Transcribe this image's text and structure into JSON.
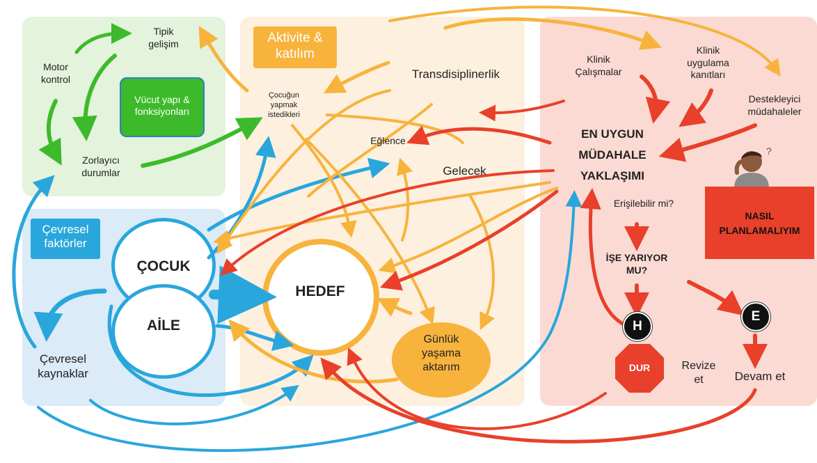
{
  "colors": {
    "green": "#3cba2b",
    "blue": "#29a6dc",
    "orange": "#f7b33c",
    "red": "#e8402a",
    "panel_green": "#e4f3dc",
    "panel_blue": "#dbebf7",
    "panel_orange": "#fdf0df",
    "panel_red": "#fadad2"
  },
  "body_structure": {
    "typical_development": "Tipik\ngelişim",
    "motor_control": "Motor\nkontrol",
    "body_functions_box": "Vücut yapı &\nfonksiyonları",
    "challenging_situations": "Zorlayıcı\ndurumlar"
  },
  "activity": {
    "title": "Aktivite &\nkatılım",
    "child_wants": "Çocuğun\nyapmak\nistedikleri",
    "transdisciplinarity": "Transdisiplinerlik",
    "fun": "Eğlence",
    "future": "Gelecek",
    "goal": "HEDEF",
    "daily_transfer": "Günlük\nyaşama\naktarım"
  },
  "environment": {
    "title": "Çevresel\nfaktörler",
    "child": "ÇOCUK",
    "family": "AİLE",
    "resources": "Çevresel\nkaynaklar"
  },
  "intervention": {
    "clinical_studies": "Klinik\nÇalışmalar",
    "clinical_evidence": "Klinik\nuygulama\nkanıtları",
    "supportive": "Destekleyici\nmüdahaleler",
    "best_approach": "EN UYGUN\nMÜDAHALE\nYAKLAŞIMI",
    "accessible": "Erişilebilir mi?",
    "how_to_plan": "NASIL\nPLANLAMALIYIM",
    "does_it_work": "İŞE YARIYOR\nMU?",
    "no_letter": "H",
    "yes_letter": "E",
    "stop": "DUR",
    "revise": "Revize\net",
    "continue": "Devam et"
  }
}
